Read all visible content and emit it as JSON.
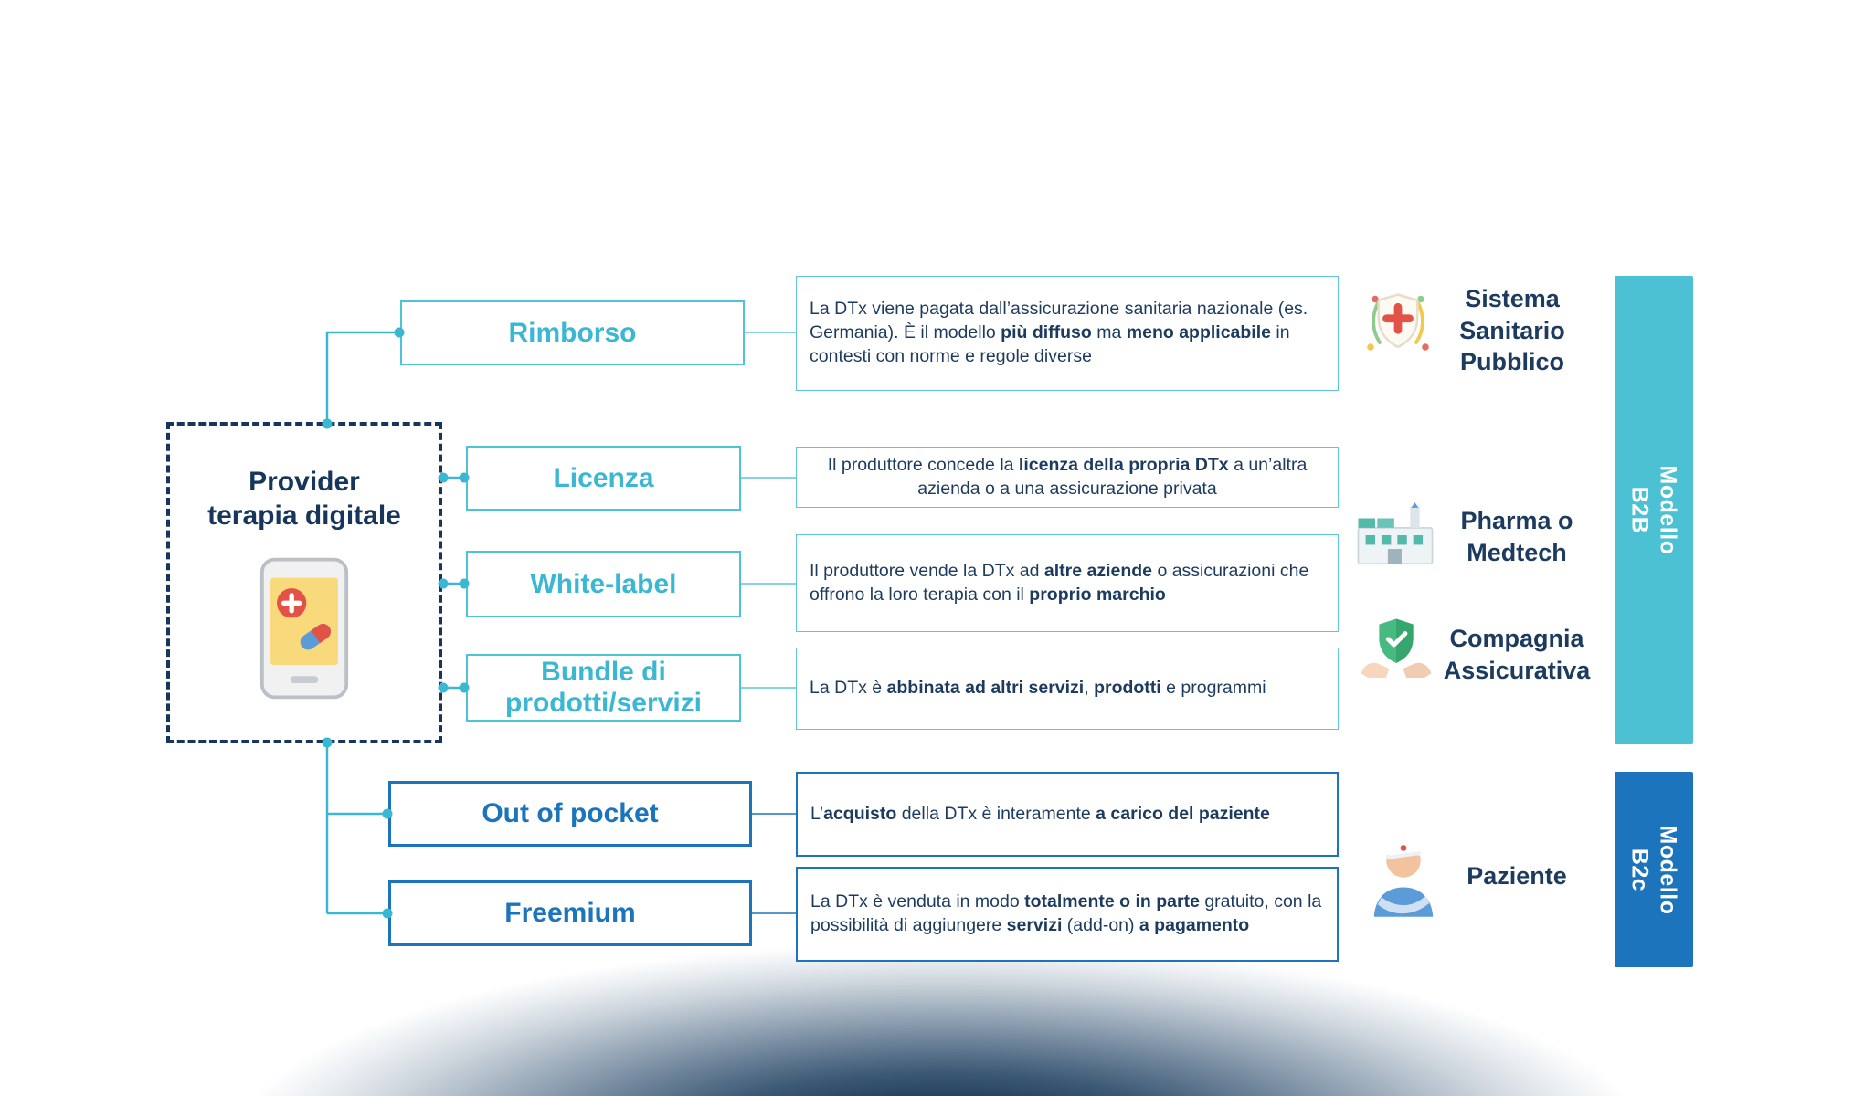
{
  "provider": {
    "label": "Provider\nterapia digitale"
  },
  "models": [
    {
      "label": "Rimborso",
      "description": [
        {
          "t": "La DTx viene pagata dall’assicurazione sanitaria nazionale (es. Germania). È il modello "
        },
        {
          "t": "più diffuso",
          "b": true
        },
        {
          "t": " ma "
        },
        {
          "t": "meno applicabile",
          "b": true
        },
        {
          "t": " in contesti con norme e regole diverse"
        }
      ]
    },
    {
      "label": "Licenza",
      "description": [
        {
          "t": "Il produttore concede la "
        },
        {
          "t": "licenza della propria DTx",
          "b": true
        },
        {
          "t": " a un’altra azienda o a una assicurazione privata"
        }
      ]
    },
    {
      "label": "White-label",
      "description": [
        {
          "t": "Il produttore vende la DTx ad "
        },
        {
          "t": "altre aziende",
          "b": true
        },
        {
          "t": " o assicurazioni che offrono la loro terapia con il "
        },
        {
          "t": "proprio marchio",
          "b": true
        }
      ]
    },
    {
      "label": "Bundle di\nprodotti/servizi",
      "description": [
        {
          "t": "La DTx è "
        },
        {
          "t": "abbinata ad altri servizi",
          "b": true
        },
        {
          "t": ", "
        },
        {
          "t": "prodotti",
          "b": true
        },
        {
          "t": " e programmi"
        }
      ]
    },
    {
      "label": "Out of pocket",
      "description": [
        {
          "t": "L’"
        },
        {
          "t": "acquisto",
          "b": true
        },
        {
          "t": " della DTx è interamente "
        },
        {
          "t": "a carico del paziente",
          "b": true
        }
      ]
    },
    {
      "label": "Freemium",
      "description": [
        {
          "t": "La DTx è venduta in modo "
        },
        {
          "t": "totalmente o in parte",
          "b": true
        },
        {
          "t": " gratuito, con la possibilità di aggiungere "
        },
        {
          "t": "servizi",
          "b": true
        },
        {
          "t": " (add-on) "
        },
        {
          "t": "a pagamento",
          "b": true
        }
      ]
    }
  ],
  "stakeholders": [
    {
      "label": "Sistema\nSanitario\nPubblico",
      "icon": "medical-shield-icon"
    },
    {
      "label": "Pharma o\nMedtech",
      "icon": "factory-icon"
    },
    {
      "label": "Compagnia\nAssicurativa",
      "icon": "hands-shield-icon"
    },
    {
      "label": "Paziente",
      "icon": "patient-icon"
    }
  ],
  "bars": [
    {
      "label": "Modello\nB2B",
      "color": "#4CC1D4"
    },
    {
      "label": "Modello\nB2c",
      "color": "#1C74BD"
    }
  ],
  "colors": {
    "teal": "#3AB7D3",
    "navy": "#1C3B5E",
    "blue": "#1C74BD"
  }
}
